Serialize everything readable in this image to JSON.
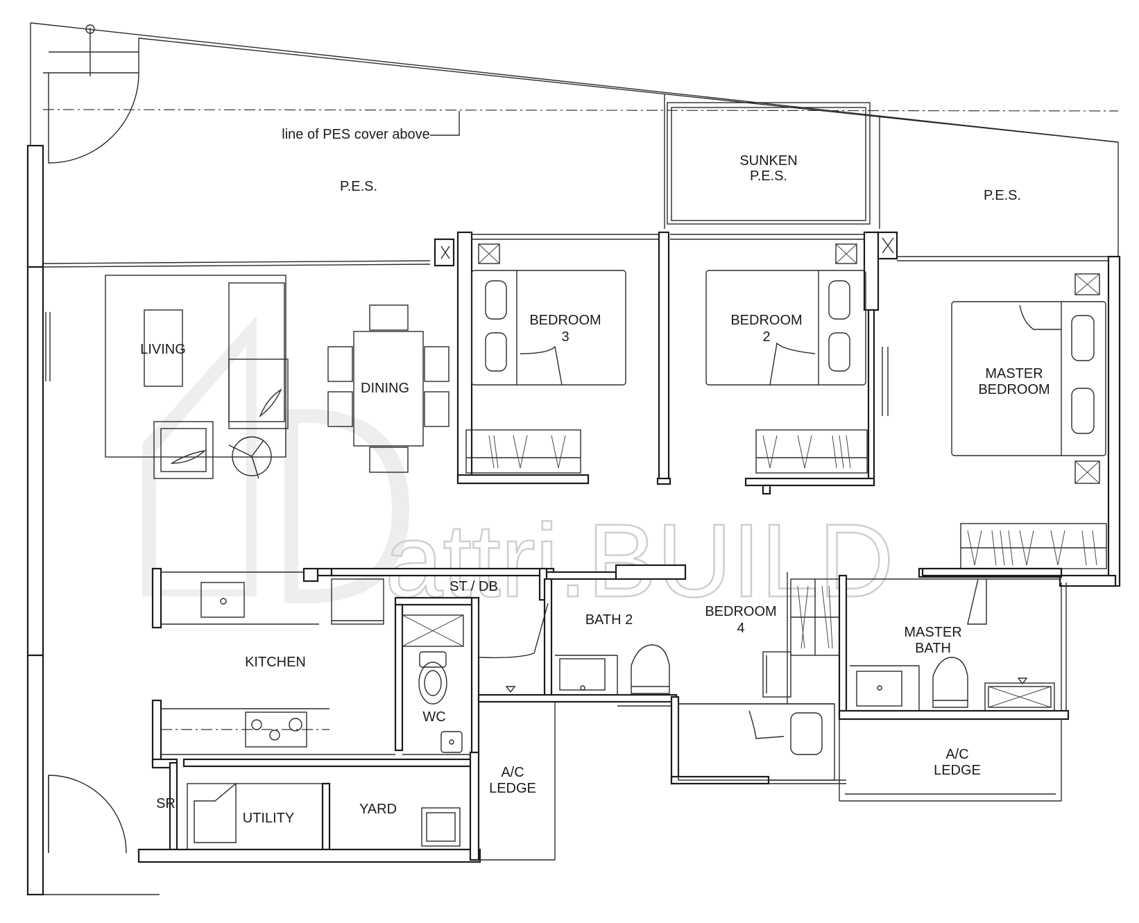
{
  "rooms": {
    "pes_note": "line of PES cover above",
    "pes_left": "P.E.S.",
    "sunken_pes_line1": "SUNKEN",
    "sunken_pes_line2": "P.E.S.",
    "pes_right": "P.E.S.",
    "living": "LIVING",
    "dining": "DINING",
    "bedroom3_line1": "BEDROOM",
    "bedroom3_line2": "3",
    "bedroom2_line1": "BEDROOM",
    "bedroom2_line2": "2",
    "master_bedroom_line1": "MASTER",
    "master_bedroom_line2": "BEDROOM",
    "st_db": "ST / DB",
    "bath2": "BATH 2",
    "bedroom4_line1": "BEDROOM",
    "bedroom4_line2": "4",
    "master_bath_line1": "MASTER",
    "master_bath_line2": "BATH",
    "kitchen": "KITCHEN",
    "wc": "WC",
    "ac_ledge_left_line1": "A/C",
    "ac_ledge_left_line2": "LEDGE",
    "ac_ledge_right_line1": "A/C",
    "ac_ledge_right_line2": "LEDGE",
    "sr": "SR",
    "utility": "UTILITY",
    "yard": "YARD"
  },
  "watermark": "attri.BUILD"
}
